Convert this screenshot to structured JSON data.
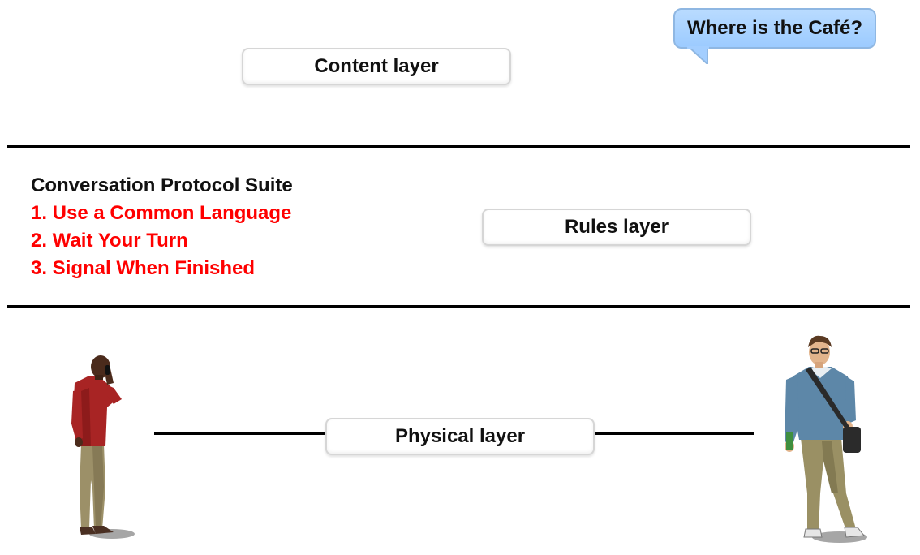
{
  "speech_bubble": {
    "text": "Where is the Café?"
  },
  "layers": {
    "content": "Content layer",
    "rules": "Rules layer",
    "physical": "Physical layer"
  },
  "protocol_suite": {
    "title": "Conversation Protocol Suite",
    "rules": [
      "1. Use a Common Language",
      "2. Wait Your Turn",
      "3. Signal When Finished"
    ]
  },
  "colors": {
    "rule_text": "#ff0000",
    "bubble_fill": "#a9d2ff",
    "divider": "#000000"
  },
  "people": {
    "left": "man-on-phone-figure",
    "right": "student-with-bag-figure"
  }
}
